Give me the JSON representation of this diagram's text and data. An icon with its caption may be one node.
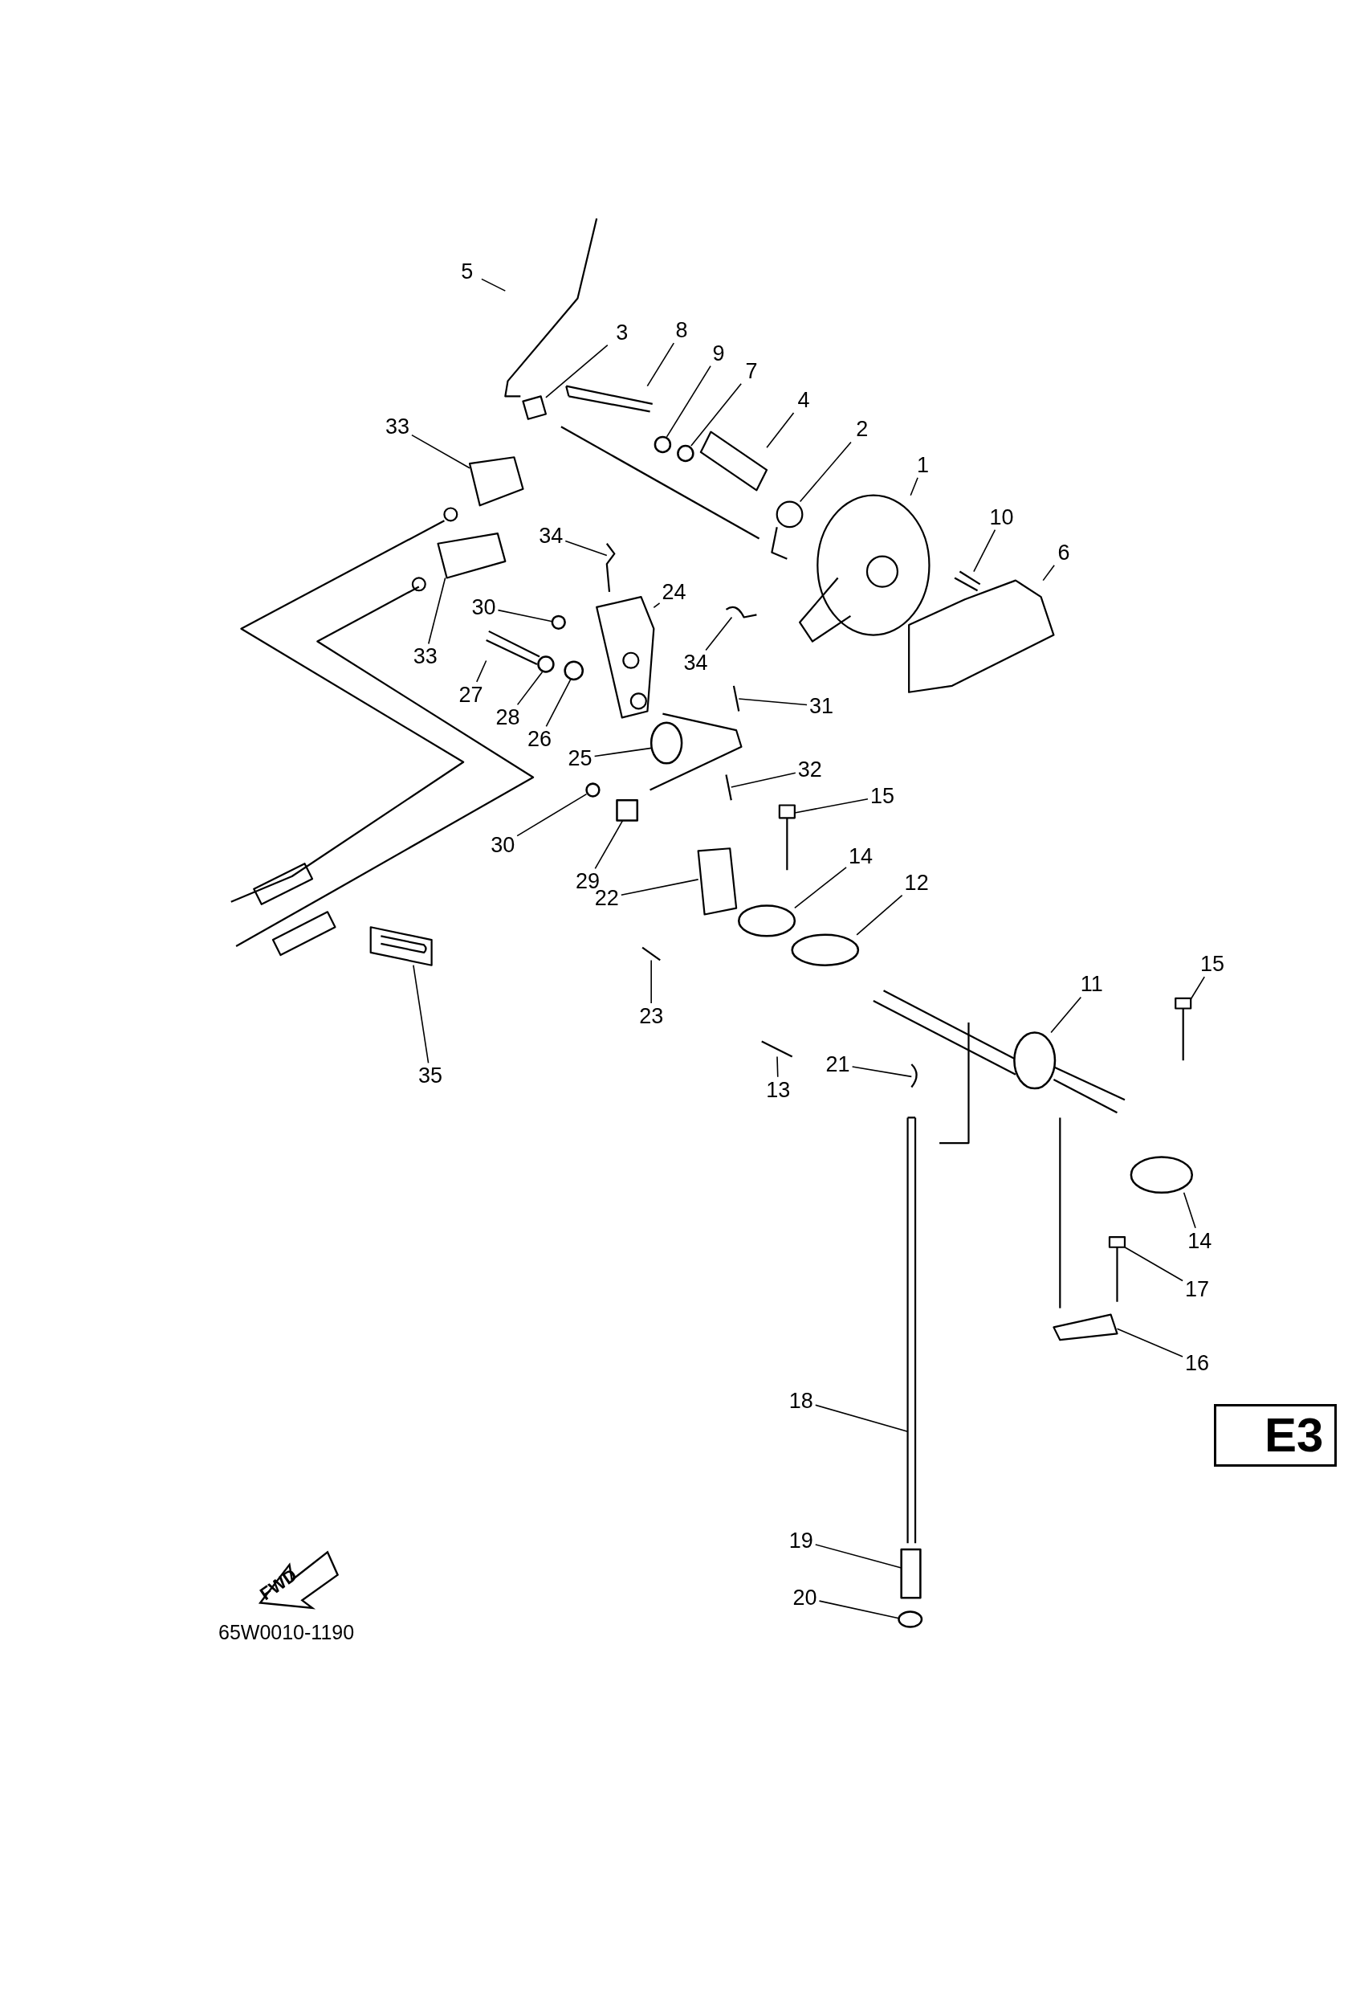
{
  "diagram": {
    "nodes": [
      {
        "text": [
          "5"
        ]
      },
      {
        "text": [
          "3"
        ]
      },
      {
        "text": [
          "8"
        ]
      },
      {
        "text": [
          "9"
        ]
      },
      {
        "text": [
          "7"
        ]
      },
      {
        "text": [
          "4"
        ]
      },
      {
        "text": [
          "2"
        ]
      },
      {
        "text": [
          "33"
        ]
      },
      {
        "text": [
          "1"
        ]
      },
      {
        "text": [
          "10"
        ]
      },
      {
        "text": [
          "34"
        ]
      },
      {
        "text": [
          "6"
        ]
      },
      {
        "text": [
          "30"
        ]
      },
      {
        "text": [
          "24"
        ]
      },
      {
        "text": [
          "33"
        ]
      },
      {
        "text": [
          "34"
        ]
      },
      {
        "text": [
          "27"
        ]
      },
      {
        "text": [
          "31"
        ]
      },
      {
        "text": [
          "28"
        ]
      },
      {
        "text": [
          "26"
        ]
      },
      {
        "text": [
          "25"
        ]
      },
      {
        "text": [
          "32"
        ]
      },
      {
        "text": [
          "15"
        ]
      },
      {
        "text": [
          "30"
        ]
      },
      {
        "text": [
          "14"
        ]
      },
      {
        "text": [
          "29"
        ]
      },
      {
        "text": [
          "12"
        ]
      },
      {
        "text": [
          "22"
        ]
      },
      {
        "text": [
          "15"
        ]
      },
      {
        "text": [
          "11"
        ]
      },
      {
        "text": [
          "23"
        ]
      },
      {
        "text": [
          "21"
        ]
      },
      {
        "text": [
          "35"
        ]
      },
      {
        "text": [
          "13"
        ]
      },
      {
        "text": [
          "14"
        ]
      },
      {
        "text": [
          "17"
        ]
      },
      {
        "text": [
          "16"
        ]
      },
      {
        "text": [
          "18"
        ]
      },
      {
        "text": [
          "19"
        ]
      },
      {
        "text": [
          "20"
        ]
      },
      {
        "text": [],
        "shape": "picture"
      },
      {
        "text": [],
        "shape": "picture"
      },
      {
        "text": [],
        "shape": "picture"
      },
      {
        "text": [],
        "shape": "circle"
      },
      {
        "text": [],
        "shape": "circle"
      },
      {
        "text": [],
        "shape": "picture"
      },
      {
        "text": [],
        "shape": "picture"
      },
      {
        "text": [],
        "shape": "picture"
      },
      {
        "text": [],
        "shape": "picture"
      },
      {
        "text": [],
        "shape": "picture"
      },
      {
        "text": [],
        "shape": "picture"
      },
      {
        "text": [],
        "shape": "picture"
      },
      {
        "text": [],
        "shape": "circle"
      },
      {
        "text": [],
        "shape": "picture"
      },
      {
        "text": [],
        "shape": "picture"
      },
      {
        "text": [],
        "shape": "picture"
      },
      {
        "text": [],
        "shape": "picture"
      },
      {
        "text": [],
        "shape": "picture"
      },
      {
        "text": [],
        "shape": "circle"
      },
      {
        "text": [],
        "shape": "circle"
      },
      {
        "text": [],
        "shape": "circle"
      },
      {
        "text": [],
        "shape": "picture"
      },
      {
        "text": [],
        "shape": "picture"
      },
      {
        "text": [],
        "shape": "circle"
      },
      {
        "text": [],
        "shape": "circle"
      },
      {
        "text": [],
        "shape": "box"
      },
      {
        "text": [],
        "shape": "circle"
      },
      {
        "text": [],
        "shape": "picture"
      },
      {
        "text": [],
        "shape": "picture"
      },
      {
        "text": [],
        "shape": "circle"
      },
      {
        "text": [],
        "shape": "picture"
      },
      {
        "text": [],
        "shape": "picture"
      },
      {
        "text": [],
        "shape": "picture"
      },
      {
        "text": [],
        "shape": "picture"
      },
      {
        "text": [],
        "shape": "circle"
      },
      {
        "text": [],
        "shape": "picture"
      },
      {
        "text": [],
        "shape": "picture"
      },
      {
        "text": [],
        "shape": "picture"
      },
      {
        "text": [],
        "shape": "box"
      },
      {
        "text": [],
        "shape": "circle"
      }
    ],
    "edges": [
      {
        "from": 0,
        "to": 40,
        "arrow": "none"
      },
      {
        "from": 1,
        "to": 41,
        "arrow": "none"
      },
      {
        "from": 2,
        "to": 42,
        "arrow": "none"
      },
      {
        "from": 3,
        "to": 43,
        "arrow": "none"
      },
      {
        "from": 4,
        "to": 44,
        "arrow": "none"
      },
      {
        "from": 5,
        "to": 45,
        "arrow": "none"
      },
      {
        "from": 6,
        "to": 46,
        "arrow": "none"
      },
      {
        "from": 7,
        "to": 47,
        "arrow": "none"
      },
      {
        "from": 8,
        "to": 48,
        "arrow": "none"
      },
      {
        "from": 9,
        "to": 49,
        "arrow": "none"
      },
      {
        "from": 10,
        "to": 50,
        "arrow": "none"
      },
      {
        "from": 11,
        "to": 51,
        "arrow": "none"
      },
      {
        "from": 12,
        "to": 52,
        "arrow": "none"
      },
      {
        "from": 13,
        "to": 53,
        "arrow": "none"
      },
      {
        "from": 14,
        "to": 54,
        "arrow": "none"
      },
      {
        "from": 15,
        "to": 55,
        "arrow": "none"
      },
      {
        "from": 16,
        "to": 56,
        "arrow": "none"
      },
      {
        "from": 17,
        "to": 57,
        "arrow": "none"
      },
      {
        "from": 18,
        "to": 58,
        "arrow": "none"
      },
      {
        "from": 19,
        "to": 59,
        "arrow": "none"
      },
      {
        "from": 20,
        "to": 60,
        "arrow": "none"
      },
      {
        "from": 21,
        "to": 61,
        "arrow": "none"
      },
      {
        "from": 22,
        "to": 62,
        "arrow": "none"
      },
      {
        "from": 23,
        "to": 63,
        "arrow": "none"
      },
      {
        "from": 24,
        "to": 64,
        "arrow": "none"
      },
      {
        "from": 25,
        "to": 65,
        "arrow": "none"
      },
      {
        "from": 26,
        "to": 66,
        "arrow": "none"
      },
      {
        "from": 27,
        "to": 67,
        "arrow": "none"
      },
      {
        "from": 28,
        "to": 68,
        "arrow": "none"
      },
      {
        "from": 29,
        "to": 69,
        "arrow": "none"
      },
      {
        "from": 30,
        "to": 70,
        "arrow": "none"
      },
      {
        "from": 31,
        "to": 71,
        "arrow": "none"
      },
      {
        "from": 32,
        "to": 72,
        "arrow": "none"
      },
      {
        "from": 33,
        "to": 73,
        "arrow": "none"
      },
      {
        "from": 34,
        "to": 74,
        "arrow": "none"
      },
      {
        "from": 35,
        "to": 75,
        "arrow": "none"
      },
      {
        "from": 36,
        "to": 76,
        "arrow": "none"
      },
      {
        "from": 37,
        "to": 77,
        "arrow": "none"
      },
      {
        "from": 38,
        "to": 78,
        "arrow": "none"
      },
      {
        "from": 39,
        "to": 79,
        "arrow": "none"
      }
    ],
    "labels": [
      "FWD",
      "65W0010-1190",
      "E3"
    ]
  }
}
